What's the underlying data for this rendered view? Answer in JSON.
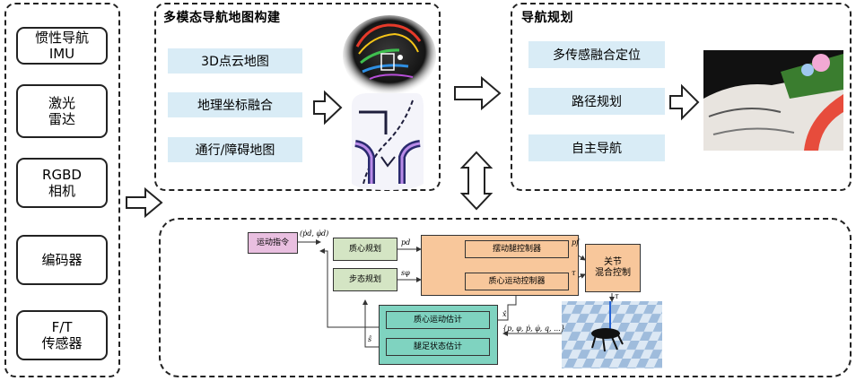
{
  "sensors": [
    {
      "label": "惯性导航\nIMU"
    },
    {
      "label": "激光\n雷达"
    },
    {
      "label": "RGBD\n相机"
    },
    {
      "label": "编码器"
    },
    {
      "label": "F/T\n传感器"
    }
  ],
  "mapping": {
    "title": "多模态导航地图构建",
    "items": [
      "3D点云地图",
      "地理坐标融合",
      "通行/障碍地图"
    ]
  },
  "planning": {
    "title": "导航规划",
    "items": [
      "多传感融合定位",
      "路径规划",
      "自主导航"
    ]
  },
  "control": {
    "motion_cmd": "运动指令",
    "com_plan": "质心规划",
    "gait_plan": "步态规划",
    "swing_ctrl": "摆动腿控制器",
    "com_ctrl": "质心运动控制器",
    "joint_ctrl": "关节\n混合控制",
    "com_est": "质心运动估计",
    "leg_est": "腿足状态估计",
    "sig_cmd": "(ṗd, φ̇d)",
    "sig_pd": "pd",
    "sig_sphi": "sφ",
    "sig_pf": "pf",
    "sig_tau1": "τ",
    "sig_tau2": "τ",
    "sig_xhat": "x̂",
    "sig_shat": "ŝ",
    "sig_state": "{p, φ, ṗ, φ̇, q, ...}"
  },
  "colors": {
    "blue_box": "#d9ecf6",
    "pink": "#e9bfe0",
    "green": "#d4e5c4",
    "orange": "#f8c79b",
    "teal": "#7fd3c0"
  }
}
